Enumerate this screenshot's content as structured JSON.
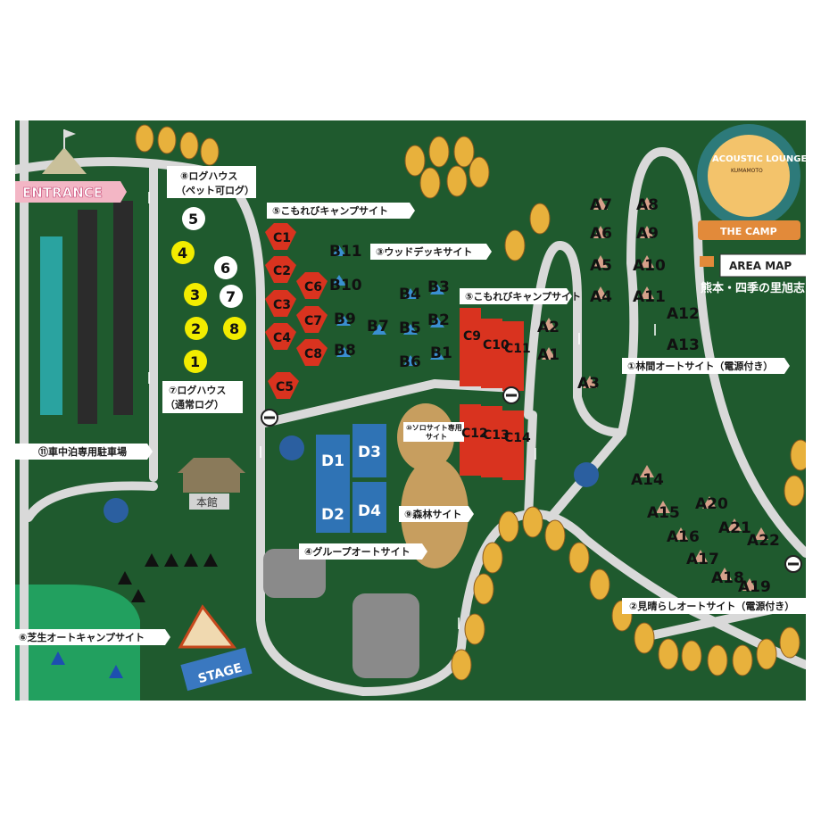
{
  "logo": {
    "title": "ACOUSTIC LOUNGE",
    "subtitle": "THE CAMP",
    "tag": "AREA MAP",
    "place": "熊本・四季の里旭志",
    "small": "KUMAMOTO"
  },
  "places": {
    "entrance": "ENTRANCE",
    "honkan": "本館",
    "stage": "STAGE"
  },
  "banners": {
    "log_pet": "⑧ログハウス",
    "log_pet_sub": "（ペット可ログ）",
    "log_normal": "⑦ログハウス",
    "log_normal_sub": "（通常ログ）",
    "komorebi1": "⑤こもれびキャンプサイト",
    "wood_deck": "③ウッドデッキサイト",
    "komorebi2": "⑤こもれびキャンプサイト",
    "rinkan": "①林間オートサイト（電源付き）",
    "shachu": "⑪車中泊専用駐車場",
    "solo": "⑩ソロサイト専用",
    "solo2": "サイト",
    "shinrin": "⑨森林サイト",
    "group": "④グループオートサイト",
    "miharashi": "②見晴らしオートサイト（電源付き）",
    "shibafu": "⑥芝生オートキャンプサイト"
  },
  "log_numbers": [
    "5",
    "4",
    "3",
    "2",
    "1",
    "6",
    "7",
    "8"
  ],
  "c_hex": [
    "C1",
    "C2",
    "C3",
    "C4",
    "C5",
    "C6",
    "C7",
    "C8"
  ],
  "c_rect": [
    "C\n9",
    "C\n10",
    "C\n11",
    "C\n12",
    "C\n13",
    "C\n14"
  ],
  "b_sites": [
    "B11",
    "B10",
    "B9",
    "B8",
    "B7",
    "B4",
    "B5",
    "B6",
    "B3",
    "B2",
    "B1"
  ],
  "d_sites": [
    "D1",
    "D2",
    "D3",
    "D4"
  ],
  "a_sites": [
    "A7",
    "A6",
    "A5",
    "A4",
    "A8",
    "A9",
    "A10",
    "A11",
    "A12",
    "A13",
    "A2",
    "A1",
    "A3",
    "A14",
    "A15",
    "A16",
    "A17",
    "A18",
    "A19",
    "A20",
    "A21",
    "A22"
  ],
  "colors": {
    "grass": "#1f5a2e",
    "road": "#d9d9d9",
    "c_red": "#d9331f",
    "d_blue": "#2f73b5",
    "b_blue": "#3a8fd1",
    "yellow_circle": "#f2ec00",
    "tree": "#e8b13c"
  }
}
